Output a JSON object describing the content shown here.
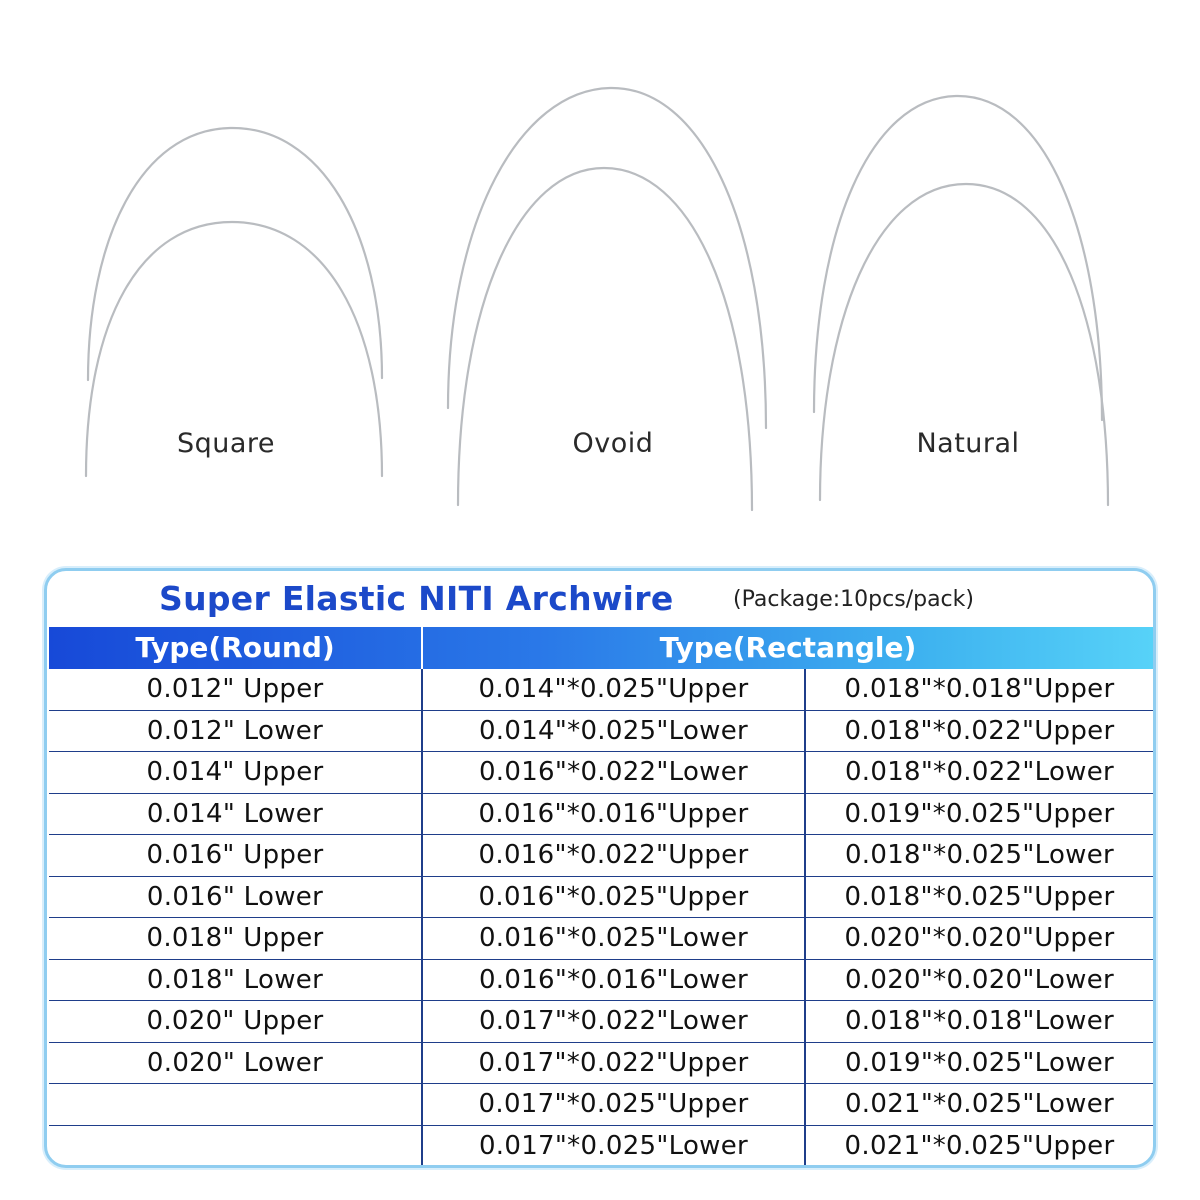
{
  "shapes": [
    {
      "label": "Square"
    },
    {
      "label": "Ovoid"
    },
    {
      "label": "Natural"
    }
  ],
  "table": {
    "title": "Super Elastic NITI Archwire",
    "package": "(Package:10pcs/pack)",
    "header_round": "Type(Round)",
    "header_rect": "Type(Rectangle)",
    "rows": [
      [
        "0.012\" Upper",
        "0.014\"*0.025\"Upper",
        "0.018\"*0.018\"Upper"
      ],
      [
        "0.012\" Lower",
        "0.014\"*0.025\"Lower",
        "0.018\"*0.022\"Upper"
      ],
      [
        "0.014\" Upper",
        "0.016\"*0.022\"Lower",
        "0.018\"*0.022\"Lower"
      ],
      [
        "0.014\" Lower",
        "0.016\"*0.016\"Upper",
        "0.019\"*0.025\"Upper"
      ],
      [
        "0.016\" Upper",
        "0.016\"*0.022\"Upper",
        "0.018\"*0.025\"Lower"
      ],
      [
        "0.016\" Lower",
        "0.016\"*0.025\"Upper",
        "0.018\"*0.025\"Upper"
      ],
      [
        "0.018\" Upper",
        "0.016\"*0.025\"Lower",
        "0.020\"*0.020\"Upper"
      ],
      [
        "0.018\" Lower",
        "0.016\"*0.016\"Lower",
        "0.020\"*0.020\"Lower"
      ],
      [
        "0.020\" Upper",
        "0.017\"*0.022\"Lower",
        "0.018\"*0.018\"Lower"
      ],
      [
        "0.020\" Lower",
        "0.017\"*0.022\"Upper",
        "0.019\"*0.025\"Lower"
      ],
      [
        "",
        "0.017\"*0.025\"Upper",
        "0.021\"*0.025\"Lower"
      ],
      [
        "",
        "0.017\"*0.025\"Lower",
        "0.021\"*0.025\"Upper"
      ]
    ]
  },
  "colors": {
    "title": "#1c49c9",
    "header_start": "#1749d8",
    "header_end": "#57d2f8",
    "border": "#8fcdf0",
    "grid": "#1f3e8a"
  }
}
